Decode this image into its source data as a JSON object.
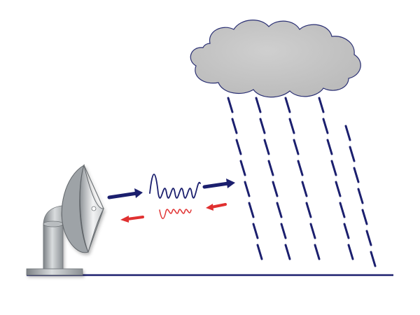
{
  "diagram": {
    "subject": "weather radar",
    "elements": [
      "radar-dish",
      "transmitted-pulse",
      "reflected-echo",
      "rain-cloud",
      "rain-streaks",
      "ground-line"
    ]
  },
  "colors": {
    "background": "#ffffff",
    "transmit": "#1b1f6e",
    "echo": "#e03030",
    "cloud_fill": "#c3c3c3",
    "cloud_edge": "#2a2f73",
    "rain": "#1b1f6e",
    "ground": "#1b1f6e",
    "dish_metal": "#a9adb1"
  },
  "icons": {
    "radar": "satellite-dish-icon",
    "cloud": "cloud-icon",
    "rain": "rain-icon"
  }
}
